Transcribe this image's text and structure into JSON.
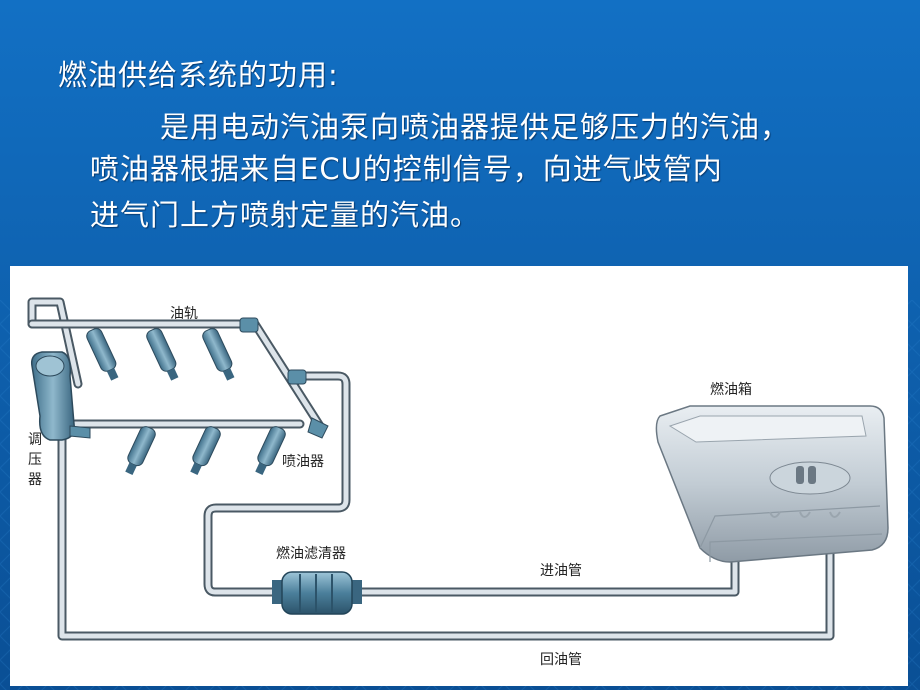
{
  "slide": {
    "heading": "燃油供给系统的功用:",
    "body_lines": [
      "是用电动汽油泵向喷油器提供足够压力的汽油，",
      "喷油器根据来自ECU的控制信号，向进气歧管内",
      "进气门上方喷射定量的汽油。"
    ]
  },
  "diagram": {
    "labels": {
      "fuel_rail": "油轨",
      "pressure_regulator": [
        "调",
        "压",
        "器"
      ],
      "injector": "喷油器",
      "fuel_tank": "燃油箱",
      "fuel_filter": "燃油滤清器",
      "supply_line": "进油管",
      "return_line": "回油管"
    }
  },
  "colors": {
    "background": "#0d62b0",
    "pipe_dark": "#4a5964",
    "pipe_light": "#dde4ea",
    "component_blue": "#5b8fa8"
  }
}
